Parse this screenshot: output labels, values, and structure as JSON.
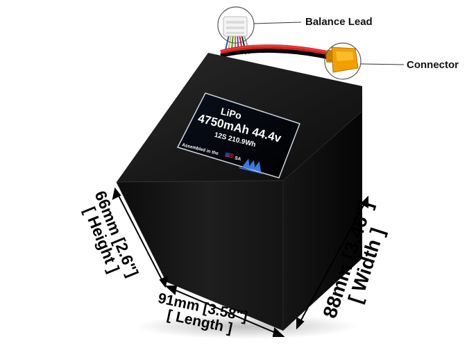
{
  "callouts": {
    "balance_lead": "Balance Lead",
    "connector": "Connector"
  },
  "label": {
    "chemistry": "LiPo",
    "capacity_voltage": "4750mAh 44.4v",
    "config_energy": "12S 210.9Wh",
    "assembled_prefix": "Assembled in the",
    "assembled_suffix": "SA",
    "logo_text": "MA"
  },
  "dimensions": {
    "height": {
      "value": "66mm [2.6\"]",
      "name": "[ Height ]"
    },
    "length": {
      "value": "91mm [3.58\"]",
      "name": "[ Length ]"
    },
    "width": {
      "value": "88mm [3.46\"]",
      "name": "[ Width ]"
    }
  },
  "colors": {
    "battery_body": "#111111",
    "lead_red": "#d62020",
    "connector_yellow": "#f2a000",
    "label_border": "#cfd6e0"
  }
}
